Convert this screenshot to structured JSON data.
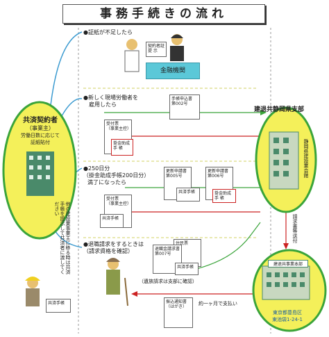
{
  "title": "事務手続きの流れ",
  "left_entity": {
    "name": "共済契約者",
    "sub": "（事業主）",
    "note1": "労働日数に応じて",
    "note2": "証紙貼付"
  },
  "right_entity": {
    "name": "建退共静岡県支部",
    "building_sign": "静岡県建設業会館"
  },
  "hq": {
    "sign": "建退共事業本部",
    "addr1": "東京都豊島区",
    "addr2": "東池袋1-24-1"
  },
  "sections": {
    "s1": "●証紙が不足したら",
    "s2a": "●新しく現場労働者を",
    "s2b": "雇用したら",
    "s3a": "●250日分",
    "s3b": "（掛金助成手帳200日分）",
    "s3c": "満了になったら",
    "s4a": "●退職請求をするときは",
    "s4b": "（請求資格を確認）"
  },
  "bank": {
    "label": "金融機関",
    "sign1": "契約者証",
    "sign2": "提 示"
  },
  "docs": {
    "app_book1": "手帳申込書",
    "app_book2": "第002号",
    "receipt1": "受付票",
    "receipt2": "（事業主控）",
    "subsidy1": "掛金助成",
    "subsidy2": "手 帳",
    "renew1": "更新申請書",
    "renew2": "第005号",
    "renew3": "更新申請書",
    "renew4": "第006号",
    "kyosai_book": "共済手帳",
    "kyosai_book2": "共済手帳",
    "retire1": "退職金請求書",
    "retire2": "第007号",
    "juminhyo": "住民票",
    "kyosai_book3": "共済手帳",
    "receipt3": "受付票",
    "receipt4": "（事業主控）",
    "kyosai_book4": "共済手帳",
    "furikomi1": "振込通知書",
    "furikomi2": "（はがき）"
  },
  "notes": {
    "report": "請求書等送付",
    "confirm": "（遺族請求は支部に確認）",
    "payment": "約一ヶ月で支払い",
    "left_vertical": "他の建設業事業主に移る時は共済手帳を提示して共済者に渡してください"
  },
  "colors": {
    "green": "#3aa43a",
    "red": "#cc2222",
    "yellow": "#f4f05a",
    "building": "#4a8a6a"
  }
}
